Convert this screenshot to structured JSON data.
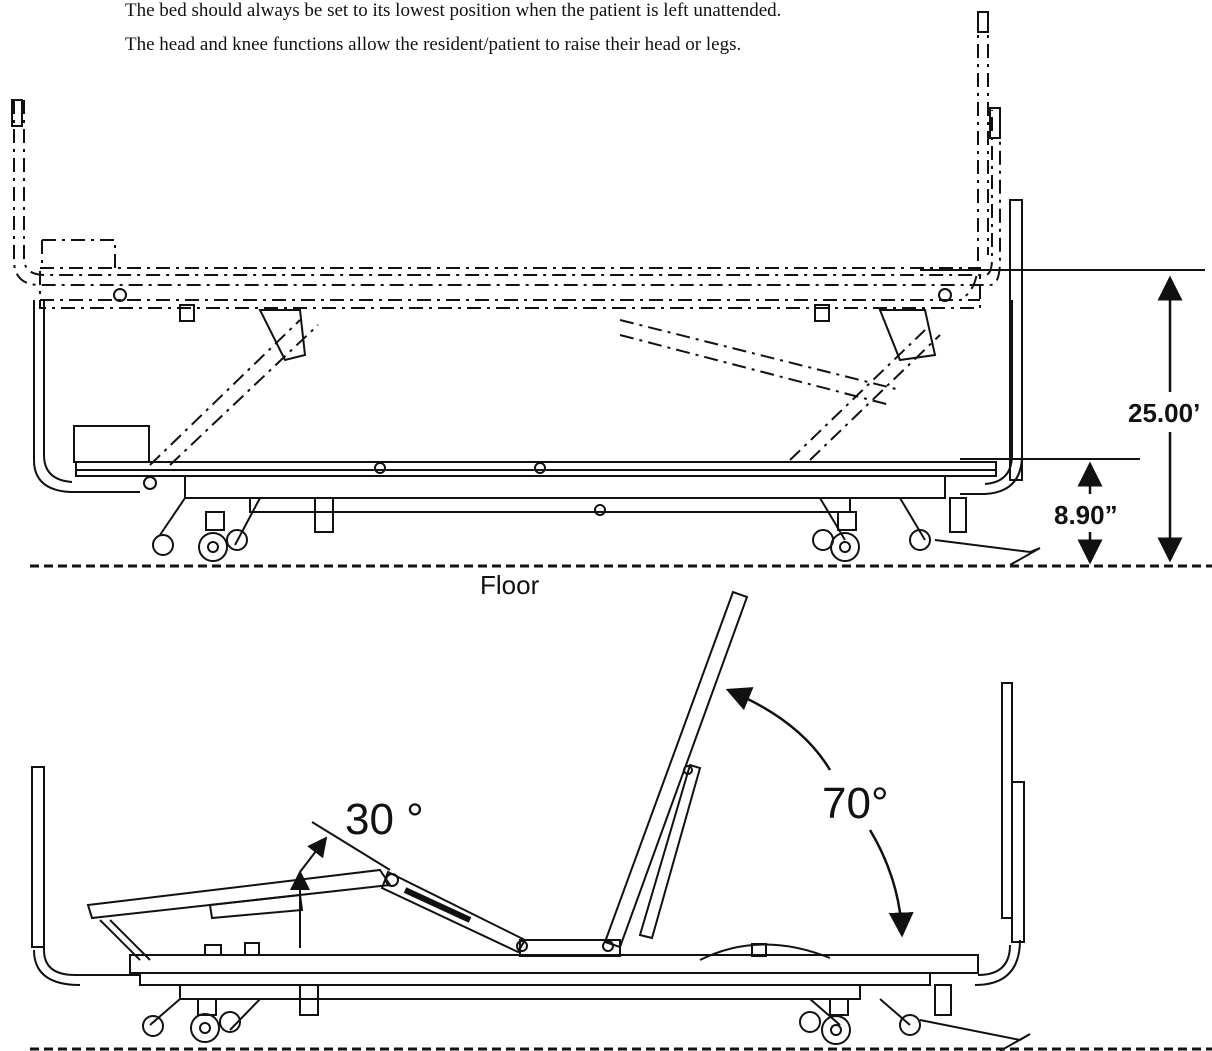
{
  "captions": {
    "line1": "The bed should always be set to its lowest position when the patient is left unattended.",
    "line2": "The head and knee functions allow the resident/patient to raise their head or legs."
  },
  "dimensions": {
    "high_height": "25.00’",
    "low_height": "8.90”",
    "floor_label": "Floor"
  },
  "angles": {
    "knee_angle": "30 °",
    "head_angle": "70°"
  },
  "colors": {
    "line": "#111111",
    "background": "#ffffff"
  }
}
